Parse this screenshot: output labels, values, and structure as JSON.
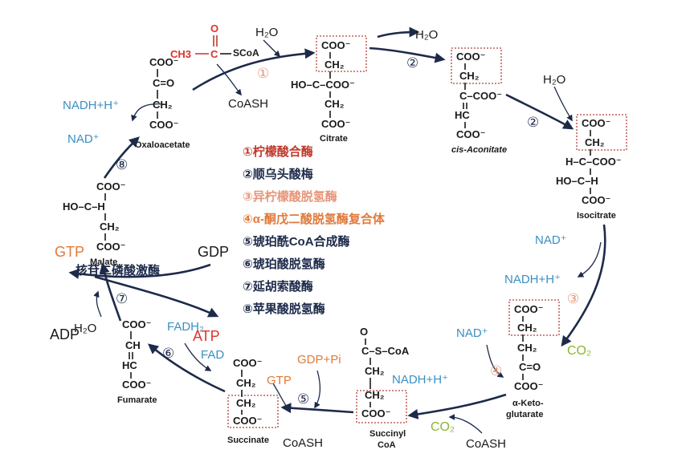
{
  "molecules": {
    "acetylcoa": {
      "ch3": "CH3",
      "c": "C",
      "o": "O",
      "scoa": "SCoA"
    },
    "citrate": {
      "lines": [
        "COO⁻",
        "CH₂",
        "HO–C–COO⁻",
        "CH₂",
        "COO⁻"
      ],
      "name": "Citrate"
    },
    "cisaconitate": {
      "lines": [
        "COO⁻",
        "CH₂",
        "C–COO⁻",
        "HC",
        "COO⁻"
      ],
      "name": "cis-Aconitate"
    },
    "isocitrate": {
      "lines": [
        "COO⁻",
        "CH₂",
        "H–C–COO⁻",
        "HO–C–H",
        "COO⁻"
      ],
      "name": "Isocitrate"
    },
    "ketoglutarate": {
      "lines": [
        "COO⁻",
        "CH₂",
        "CH₂",
        "C=O",
        "COO⁻"
      ],
      "name1": "α-Keto-",
      "name2": "glutarate"
    },
    "succinylcoa": {
      "lines": [
        "C–S–CoA",
        "CH₂",
        "CH₂",
        "COO⁻"
      ],
      "o": "O",
      "name1": "Succinyl",
      "name2": "CoA"
    },
    "succinate": {
      "lines": [
        "COO⁻",
        "CH₂",
        "CH₂",
        "COO⁻"
      ],
      "name": "Succinate"
    },
    "fumarate": {
      "lines": [
        "COO⁻",
        "CH",
        "HC",
        "COO⁻"
      ],
      "name": "Fumarate"
    },
    "malate": {
      "lines": [
        "COO⁻",
        "HO–C–H",
        "CH₂",
        "COO⁻"
      ],
      "name": "Malate"
    },
    "oxaloacetate": {
      "lines": [
        "COO⁻",
        "C=O",
        "CH₂",
        "COO⁻"
      ],
      "name": "Oxaloacetate"
    }
  },
  "cofactors": {
    "h2o_1": "H₂O",
    "h2o_2": "H₂O",
    "h2o_3": "H₂O",
    "h2o_4": "H₂O",
    "coash_1": "CoASH",
    "coash_2": "CoASH",
    "coash_3": "CoASH",
    "nad_1": "NAD⁺",
    "nadh_1": "NADH+H⁺",
    "nad_2": "NAD⁺",
    "nadh_2": "NADH+H⁺",
    "nad_3": "NAD⁺",
    "nadh_3": "NADH+H⁺",
    "co2_1": "CO₂",
    "co2_2": "CO₂",
    "gdppi": "GDP+Pi",
    "gtp_1": "GTP",
    "fad": "FAD",
    "fadh": "FADH₂",
    "gtp_2": "GTP",
    "gdp": "GDP",
    "atp": "ATP",
    "adp": "ADP"
  },
  "steps": [
    "①",
    "②",
    "②",
    "③",
    "④",
    "⑤",
    "⑥",
    "⑦",
    "⑧"
  ],
  "legend": [
    {
      "text": "①柠檬酸合酶",
      "color": "#c0392b"
    },
    {
      "text": "②顺乌头酸梅",
      "color": "#1d2a4a"
    },
    {
      "text": "③异柠檬酸脱氢酶",
      "color": "#e6957a"
    },
    {
      "text": "④α-酮戊二酸脱氢酶复合体",
      "color": "#e07a3a"
    },
    {
      "text": "⑤琥珀酰CoA合成酶",
      "color": "#1d2a4a"
    },
    {
      "text": "⑥琥珀酸脱氢酶",
      "color": "#1d2a4a"
    },
    {
      "text": "⑦延胡索酸酶",
      "color": "#1d2a4a"
    },
    {
      "text": "⑧苹果酸脱氢酶",
      "color": "#1d2a4a"
    }
  ],
  "kinase_label": "核苷二磷酸激酶",
  "colors": {
    "arrow": "#1d2a4a",
    "box": "#b3413a",
    "cofactor_blue": "#3a8fc4",
    "orange": "#e07a3a",
    "red": "#e0312a",
    "green": "#8ab72c"
  }
}
